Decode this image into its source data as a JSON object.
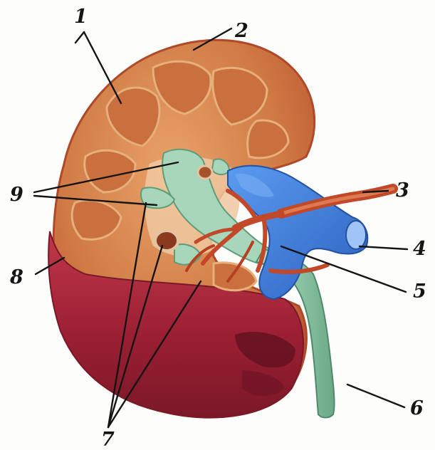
{
  "figure": {
    "labels": [
      {
        "id": "1",
        "text": "1"
      },
      {
        "id": "2",
        "text": "2"
      },
      {
        "id": "3",
        "text": "3"
      },
      {
        "id": "4",
        "text": "4"
      },
      {
        "id": "5",
        "text": "5"
      },
      {
        "id": "6",
        "text": "6"
      },
      {
        "id": "7",
        "text": "7"
      },
      {
        "id": "8",
        "text": "8"
      },
      {
        "id": "9",
        "text": "9"
      }
    ]
  },
  "colors": {
    "capsule": "#c45a3a",
    "cortex": "#d9824c",
    "medulla_pyramid": "#c86a3a",
    "lower_pole": "#a9233a",
    "renal_vein": "#3d7fd8",
    "renal_artery": "#c24a2a",
    "pelvis_ureter": "#9fcfb4",
    "background": "#fdfdfb"
  }
}
